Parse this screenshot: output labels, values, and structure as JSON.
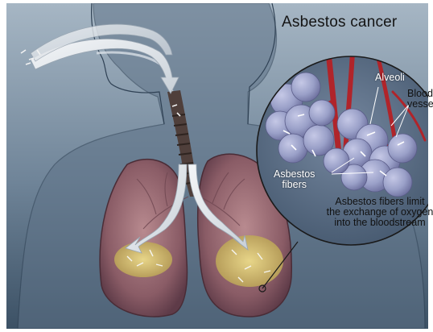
{
  "title": "Asbestos cancer",
  "labels": {
    "alveoli": "Alveoli",
    "blood_vessel_line1": "Blood",
    "blood_vessel_line2": "vessel",
    "asbestos_fibers_line1": "Asbestos",
    "asbestos_fibers_line2": "fibers"
  },
  "caption": {
    "line1": "Asbestos fibers limit",
    "line2": "the exchange of oxygen",
    "line3": "into the bloodstream"
  },
  "colors": {
    "background_top": "#9fb0bf",
    "background_bottom": "#3e5469",
    "lung": "#9a6a74",
    "fibrosis": "#d8c36a",
    "alveoli": "#9aa0c4",
    "blood_vessel": "#b0242a",
    "airflow_arrow": "#e8ecef"
  }
}
